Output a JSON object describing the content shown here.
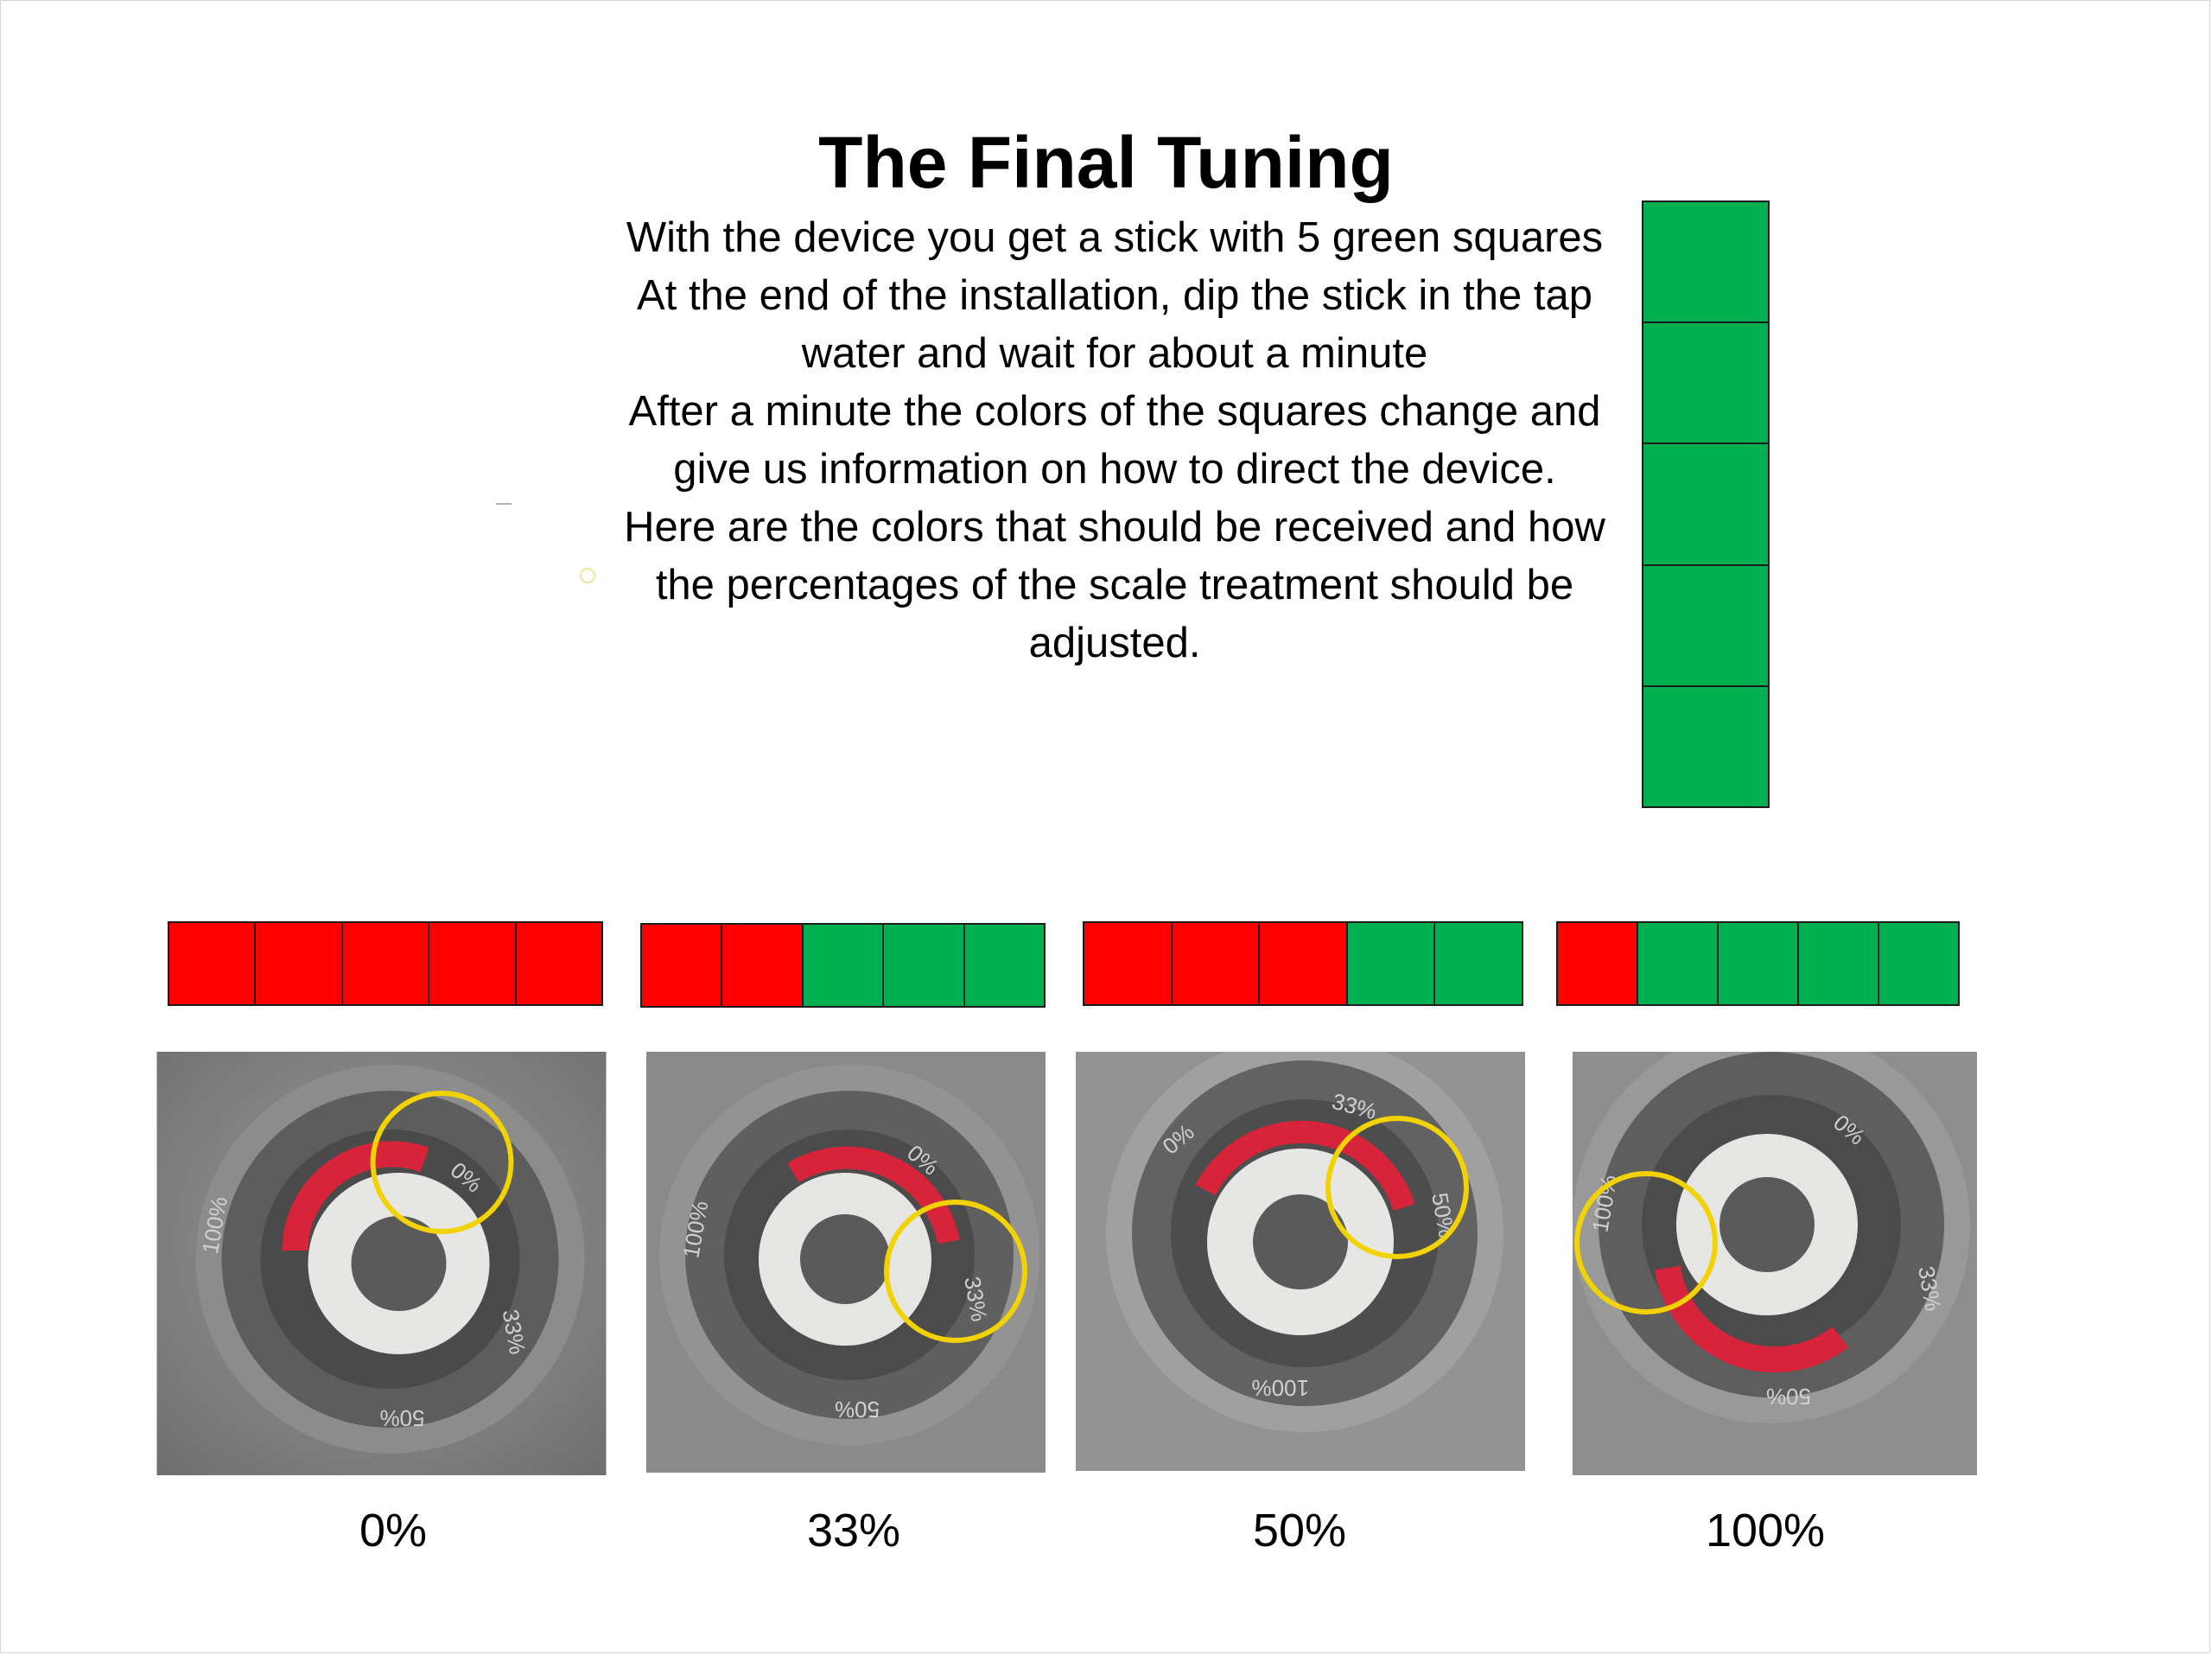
{
  "title": "The Final Tuning",
  "intro_lines": [
    "With the device you get a stick with 5 green squares",
    "At the end of the installation, dip the stick in the tap water and wait for about a minute",
    "After a minute the colors of the squares change and give us information on how to direct the device.",
    "Here are the colors that should be received and how the percentages of the scale treatment should be adjusted."
  ],
  "colors": {
    "green": "#00b050",
    "red": "#ff0000",
    "marker": "#f2d200",
    "dial_red": "#d8243a"
  },
  "reference_stick": [
    "green",
    "green",
    "green",
    "green",
    "green"
  ],
  "settings": [
    {
      "label": "0%",
      "stick": [
        "red",
        "red",
        "red",
        "red",
        "red"
      ]
    },
    {
      "label": "33%",
      "stick": [
        "red",
        "red",
        "green",
        "green",
        "green"
      ]
    },
    {
      "label": "50%",
      "stick": [
        "red",
        "red",
        "red",
        "green",
        "green"
      ]
    },
    {
      "label": "100%",
      "stick": [
        "red",
        "green",
        "green",
        "green",
        "green"
      ]
    }
  ],
  "dial_labels": {
    "p0": "0%",
    "p33": "33%",
    "p50": "50%",
    "p100": "100%"
  }
}
